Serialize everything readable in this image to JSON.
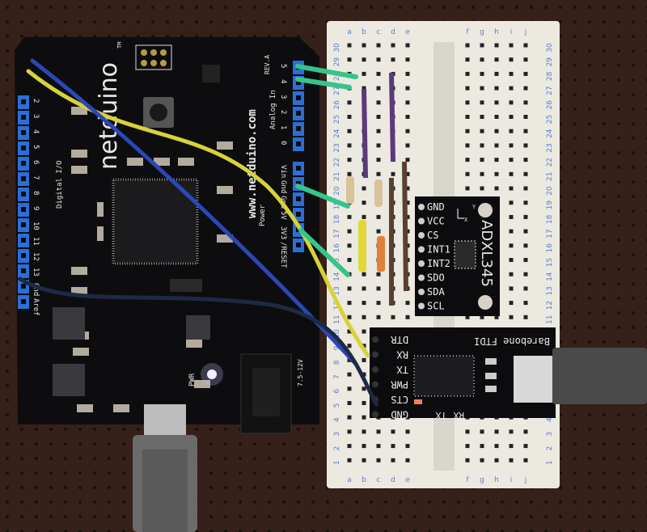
{
  "netduino": {
    "logo": "netduino",
    "trademark": "TM",
    "url": "www.netduino.com",
    "revision": "REV.A",
    "digital_label": "Digital I/O",
    "analog_label": "Analog In",
    "power_label": "Power",
    "digital_pins": [
      "2",
      "3",
      "4",
      "5",
      "6",
      "7",
      "8",
      "9",
      "10",
      "11",
      "12",
      "13",
      "Gnd",
      "Aref"
    ],
    "analog_pins": [
      "5",
      "4",
      "3",
      "2",
      "1",
      "0"
    ],
    "power_pins": [
      "Vin",
      "Gnd",
      "Gnd",
      "5V",
      "3V3",
      "/RESET"
    ],
    "pwr_led_label": "PWR",
    "barrel_label": "7.5-12V"
  },
  "breadboard": {
    "columns_left": [
      "a",
      "b",
      "c",
      "d",
      "e"
    ],
    "columns_right": [
      "f",
      "g",
      "h",
      "i",
      "j"
    ],
    "rows": [
      "30",
      "29",
      "28",
      "27",
      "26",
      "25",
      "24",
      "23",
      "22",
      "21",
      "20",
      "19",
      "18",
      "17",
      "16",
      "15",
      "14",
      "13",
      "12",
      "11",
      "10",
      "9",
      "8",
      "7",
      "6",
      "5",
      "4",
      "3",
      "2",
      "1"
    ]
  },
  "adxl345": {
    "title": "ADXL345",
    "pins": [
      "GND",
      "VCC",
      "CS",
      "INT1",
      "INT2",
      "SDO",
      "SDA",
      "SCL"
    ],
    "axis_labels": [
      "Y",
      "X"
    ]
  },
  "ftdi": {
    "title": "Barebone FTDI",
    "pins": [
      "DTR",
      "RX",
      "TX",
      "PWR",
      "CTS",
      "GND"
    ],
    "led_labels": [
      "TX",
      "RX"
    ]
  },
  "colors": {
    "pegboard": "#2e1c13",
    "board": "#0d0d0f",
    "header": "#2a6fd6",
    "breadboard": "#ece9e1",
    "wire_blue": "#2b47b8",
    "wire_yellow": "#d8d23a",
    "wire_green": "#36c48a"
  }
}
